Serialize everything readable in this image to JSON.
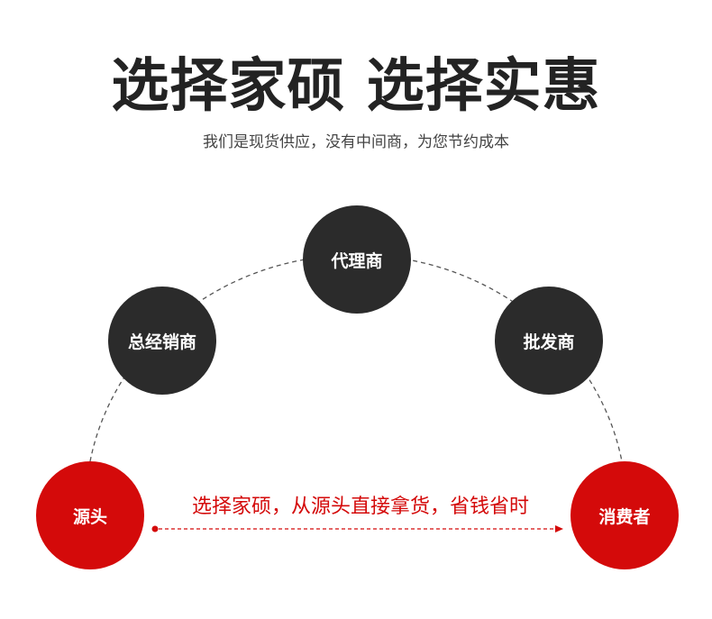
{
  "header": {
    "title": "选择家硕 选择实惠",
    "subtitle": "我们是现货供应，没有中间商，为您节约成本"
  },
  "nodes": {
    "general_distributor": "总经销商",
    "agent": "代理商",
    "wholesaler": "批发商",
    "source": "源头",
    "consumer": "消费者"
  },
  "flow": {
    "label": "选择家硕，从源头直接拿货，省钱省时"
  },
  "colors": {
    "dark_node": "#2b2b2b",
    "accent_red": "#d40a0a",
    "text_dark": "#232323"
  }
}
